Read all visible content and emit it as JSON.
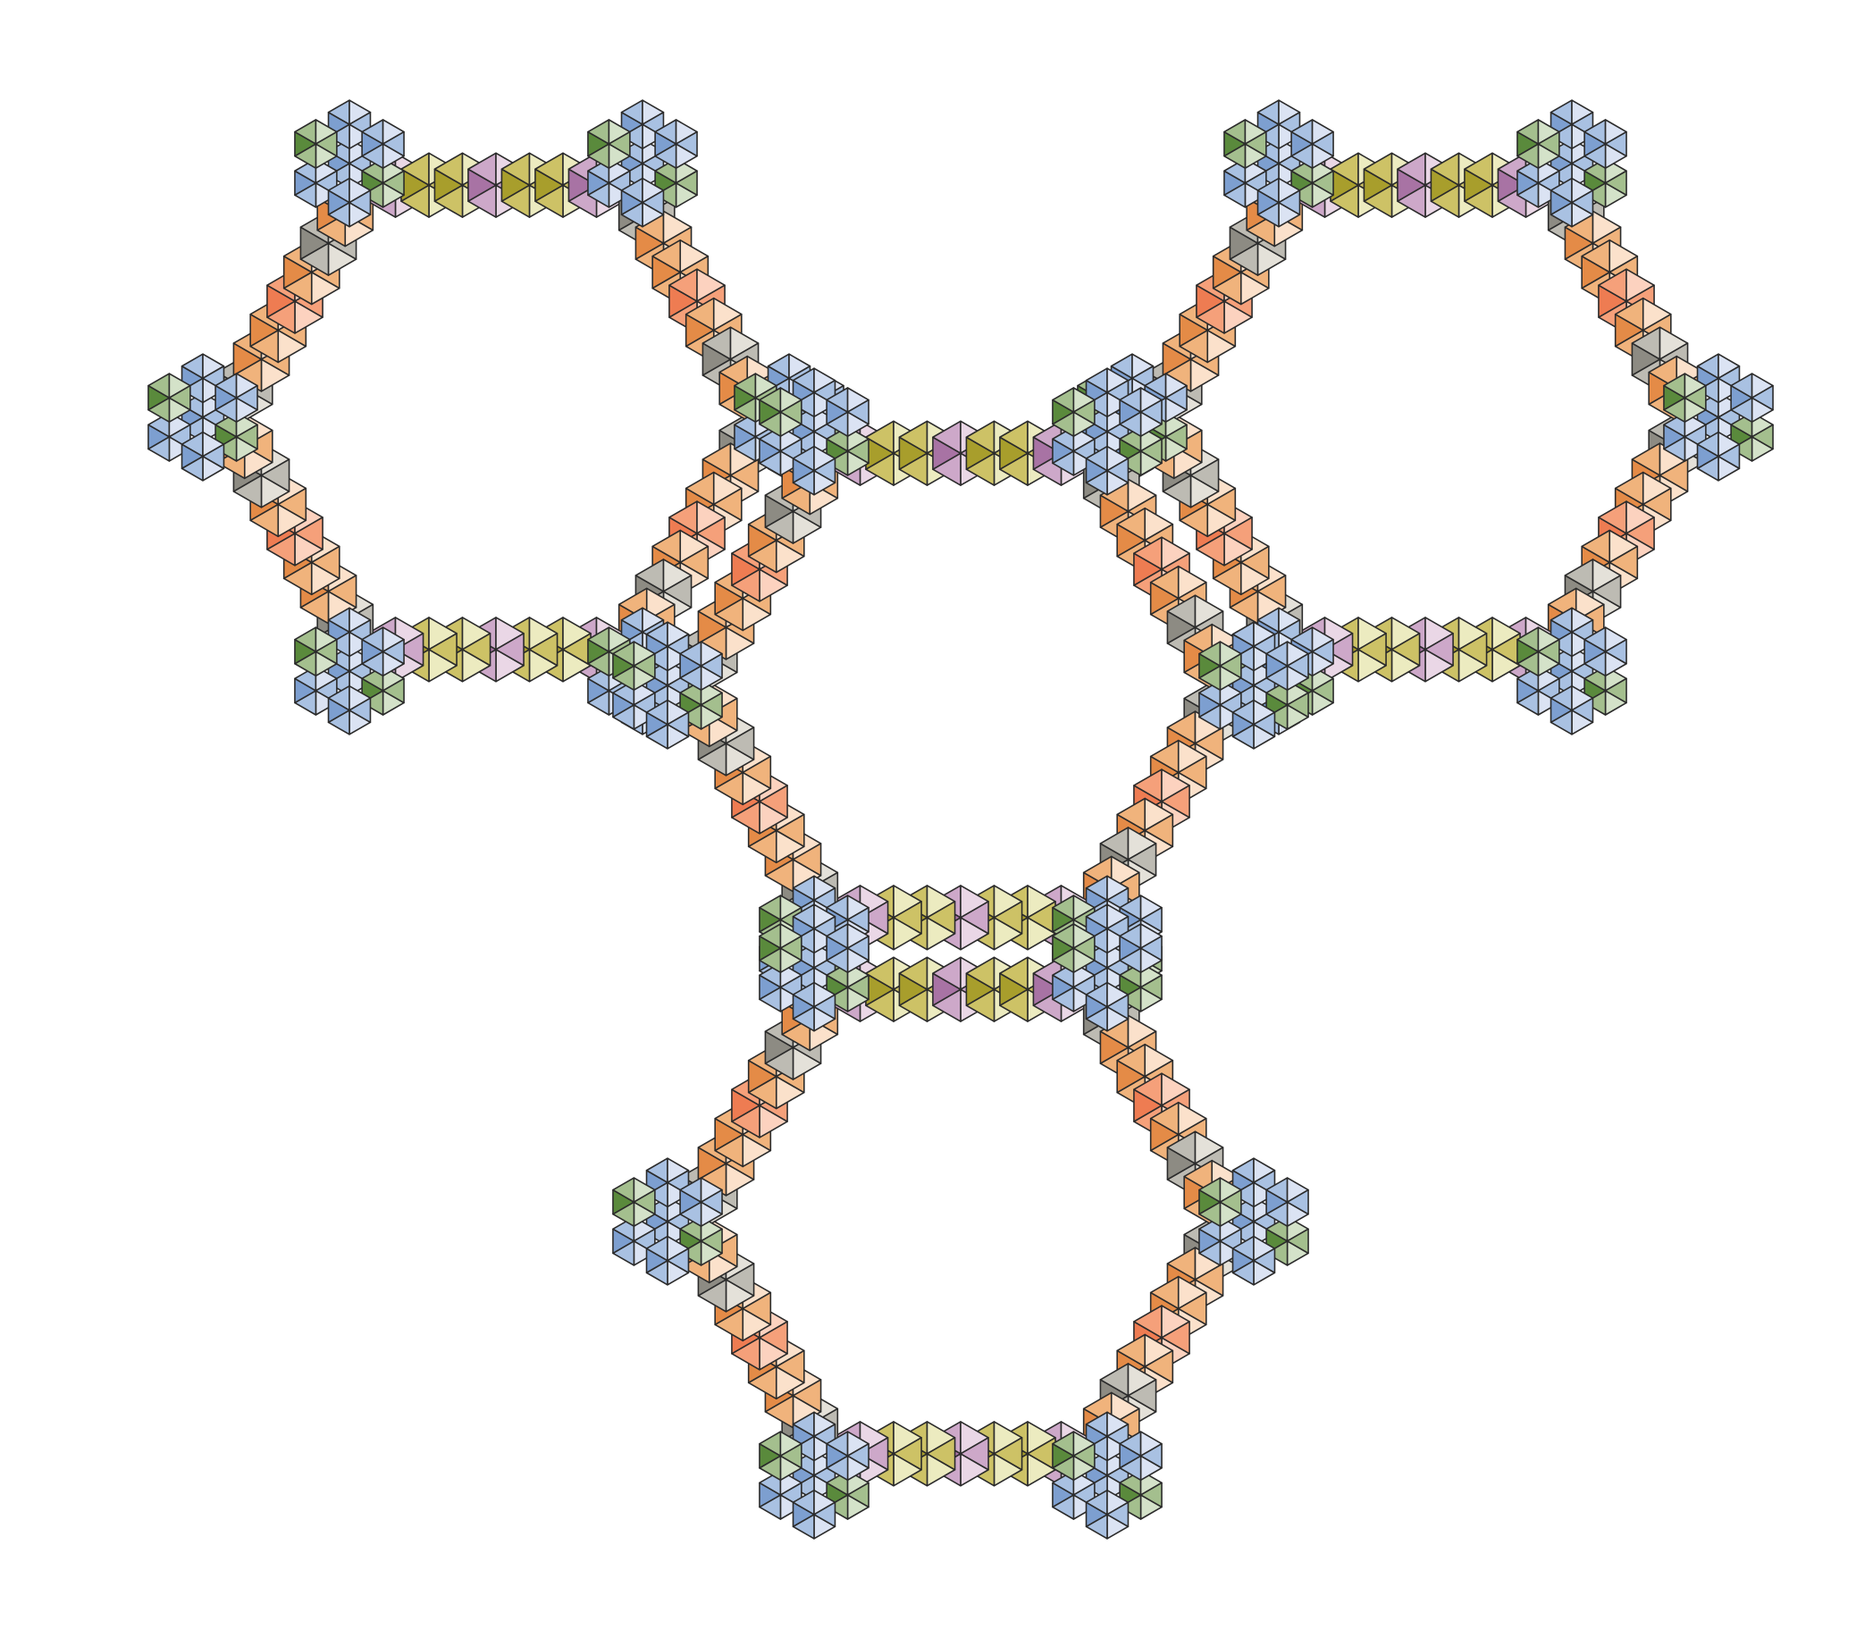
{
  "diagram": {
    "description_colors": {
      "background": "#ffffff",
      "outline": "#2b2b2b"
    },
    "palette": {
      "blue": [
        "#dbe3f3",
        "#a9c1e2",
        "#7d9fd0"
      ],
      "green": [
        "#d4e2c9",
        "#a4bf8e",
        "#5a8a3c"
      ],
      "orange": [
        "#fbe1cb",
        "#f0b37c",
        "#e48b47"
      ],
      "gray": [
        "#e4e1d9",
        "#bdbbb3",
        "#8d8b83"
      ],
      "olive": [
        "#ecebc0",
        "#cdc266",
        "#a89e2c"
      ],
      "violet": [
        "#ead7e6",
        "#cda8c9",
        "#a873a4"
      ],
      "salmon": [
        "#fcd2bf",
        "#f5a07a",
        "#ee7c52"
      ]
    },
    "rings": [
      {
        "name": "ring-top-left"
      },
      {
        "name": "ring-top-right"
      },
      {
        "name": "ring-center"
      },
      {
        "name": "ring-bottom"
      }
    ]
  }
}
